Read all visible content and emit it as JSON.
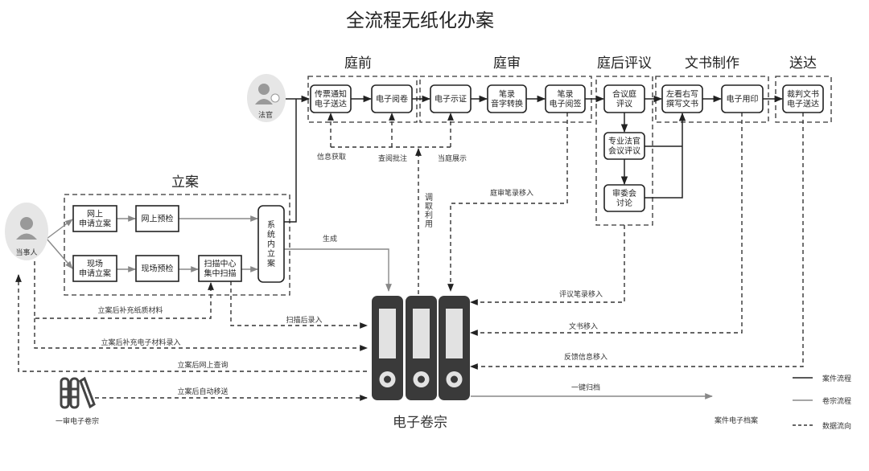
{
  "title": "全流程无纸化办案",
  "stages": {
    "pretrial": "庭前",
    "trial": "庭审",
    "deliberation": "庭后评议",
    "document": "文书制作",
    "delivery": "送达",
    "filing": "立案"
  },
  "actors": {
    "judge": "法官",
    "party": "当事人",
    "first_instance": "一审电子卷宗",
    "archive": "电子卷宗",
    "case_archive": "案件电子档案"
  },
  "nodes": {
    "summons": [
      "传票通知",
      "电子送达"
    ],
    "review": [
      "电子阅卷"
    ],
    "evidence": [
      "电子示证"
    ],
    "transcript": [
      "笔录",
      "音字转换"
    ],
    "sign": [
      "笔录",
      "电子阅签"
    ],
    "collegial": [
      "合议庭",
      "评议"
    ],
    "expert": [
      "专业法官",
      "会议评议"
    ],
    "committee": [
      "审委会",
      "讨论"
    ],
    "drafting": [
      "左看右写",
      "撰写文书"
    ],
    "seal": [
      "电子用印"
    ],
    "judgment": [
      "裁判文书",
      "电子送达"
    ],
    "online_apply": [
      "网上",
      "申请立案"
    ],
    "online_check": [
      "网上预检"
    ],
    "onsite_apply": [
      "现场",
      "申请立案"
    ],
    "onsite_check": [
      "现场预检"
    ],
    "scan": [
      "扫描中心",
      "集中扫描"
    ],
    "register": [
      "系",
      "统",
      "内",
      "立",
      "案"
    ]
  },
  "edge_labels": {
    "info": "信息获取",
    "annotate": "查阅批注",
    "display": "当庭展示",
    "retrieve": "调取利用",
    "trial_record": "庭审笔录移入",
    "generate": "生成",
    "delib_record": "评议笔录移入",
    "doc_in": "文书移入",
    "feedback": "反馈信息移入",
    "archive": "一键归档",
    "paper": "立案后补充纸质材料",
    "scan_in": "扫描后录入",
    "electronic": "立案后补充电子材料录入",
    "query": "立案后网上查询",
    "transfer": "立案后自动移送"
  },
  "legend": {
    "case_flow": "案件流程",
    "file_flow": "卷宗流程",
    "data_flow": "数据流向"
  },
  "colors": {
    "case_flow": "#222222",
    "file_flow": "#888888",
    "data_flow": "#333333",
    "binder": "#3a3a3a"
  }
}
